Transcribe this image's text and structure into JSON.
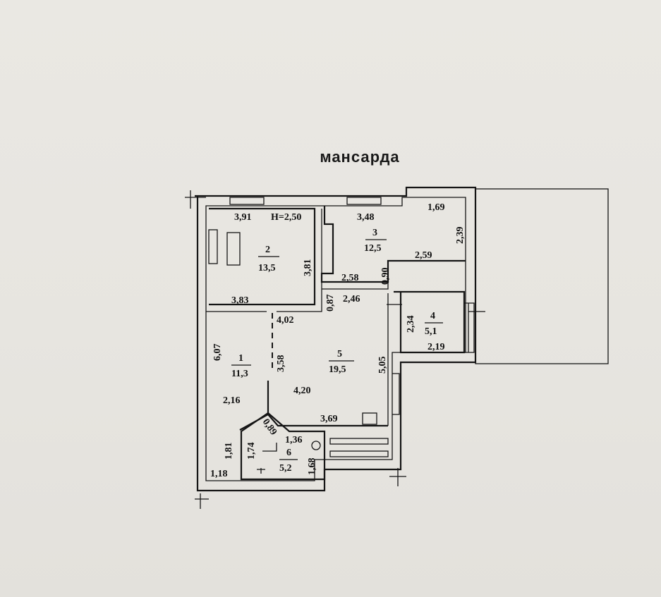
{
  "title": "мансарда",
  "ceiling_height": "Н=2,50",
  "rooms": [
    {
      "number": "1",
      "area": "11,3"
    },
    {
      "number": "2",
      "area": "13,5"
    },
    {
      "number": "3",
      "area": "12,5"
    },
    {
      "number": "4",
      "area": "5,1"
    },
    {
      "number": "5",
      "area": "19,5"
    },
    {
      "number": "6",
      "area": "5,2"
    }
  ],
  "dimensions": {
    "r2_top": "3,91",
    "r2_right": "3,81",
    "r2_bottom": "3,83",
    "r3_top": "3,48",
    "r3_top_right": "1,69",
    "r3_right": "2,39",
    "r3_inner": "2,59",
    "r3_bottom": "2,58",
    "r3_step": "0,90",
    "r5_top": "2,46",
    "r5_step": "0,87",
    "r5_width": "4,02",
    "r5_middle": "4,20",
    "r5_bottom": "3,69",
    "r5_height": "5,05",
    "r1_height": "6,07",
    "r1_inner": "3,58",
    "r1_width": "2,16",
    "r1_low": "1,81",
    "r1_bottom": "1,18",
    "r4_left": "2,34",
    "r4_bottom": "2,19",
    "r6_diag": "0,89",
    "r6_left": "1,74",
    "r6_top": "1,36",
    "r6_right": "1,68"
  }
}
